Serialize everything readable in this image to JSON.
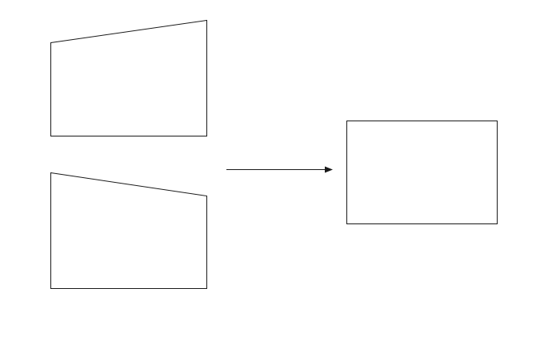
{
  "diagram": {
    "shapes": [
      {
        "name": "upper-trapezoid",
        "kind": "quadrilateral"
      },
      {
        "name": "lower-trapezoid",
        "kind": "quadrilateral"
      },
      {
        "name": "result-rectangle",
        "kind": "rectangle"
      }
    ],
    "connector": {
      "name": "transform-arrow",
      "direction": "right"
    },
    "colors": {
      "stroke": "#1a1a1a",
      "background": "#ffffff"
    }
  }
}
